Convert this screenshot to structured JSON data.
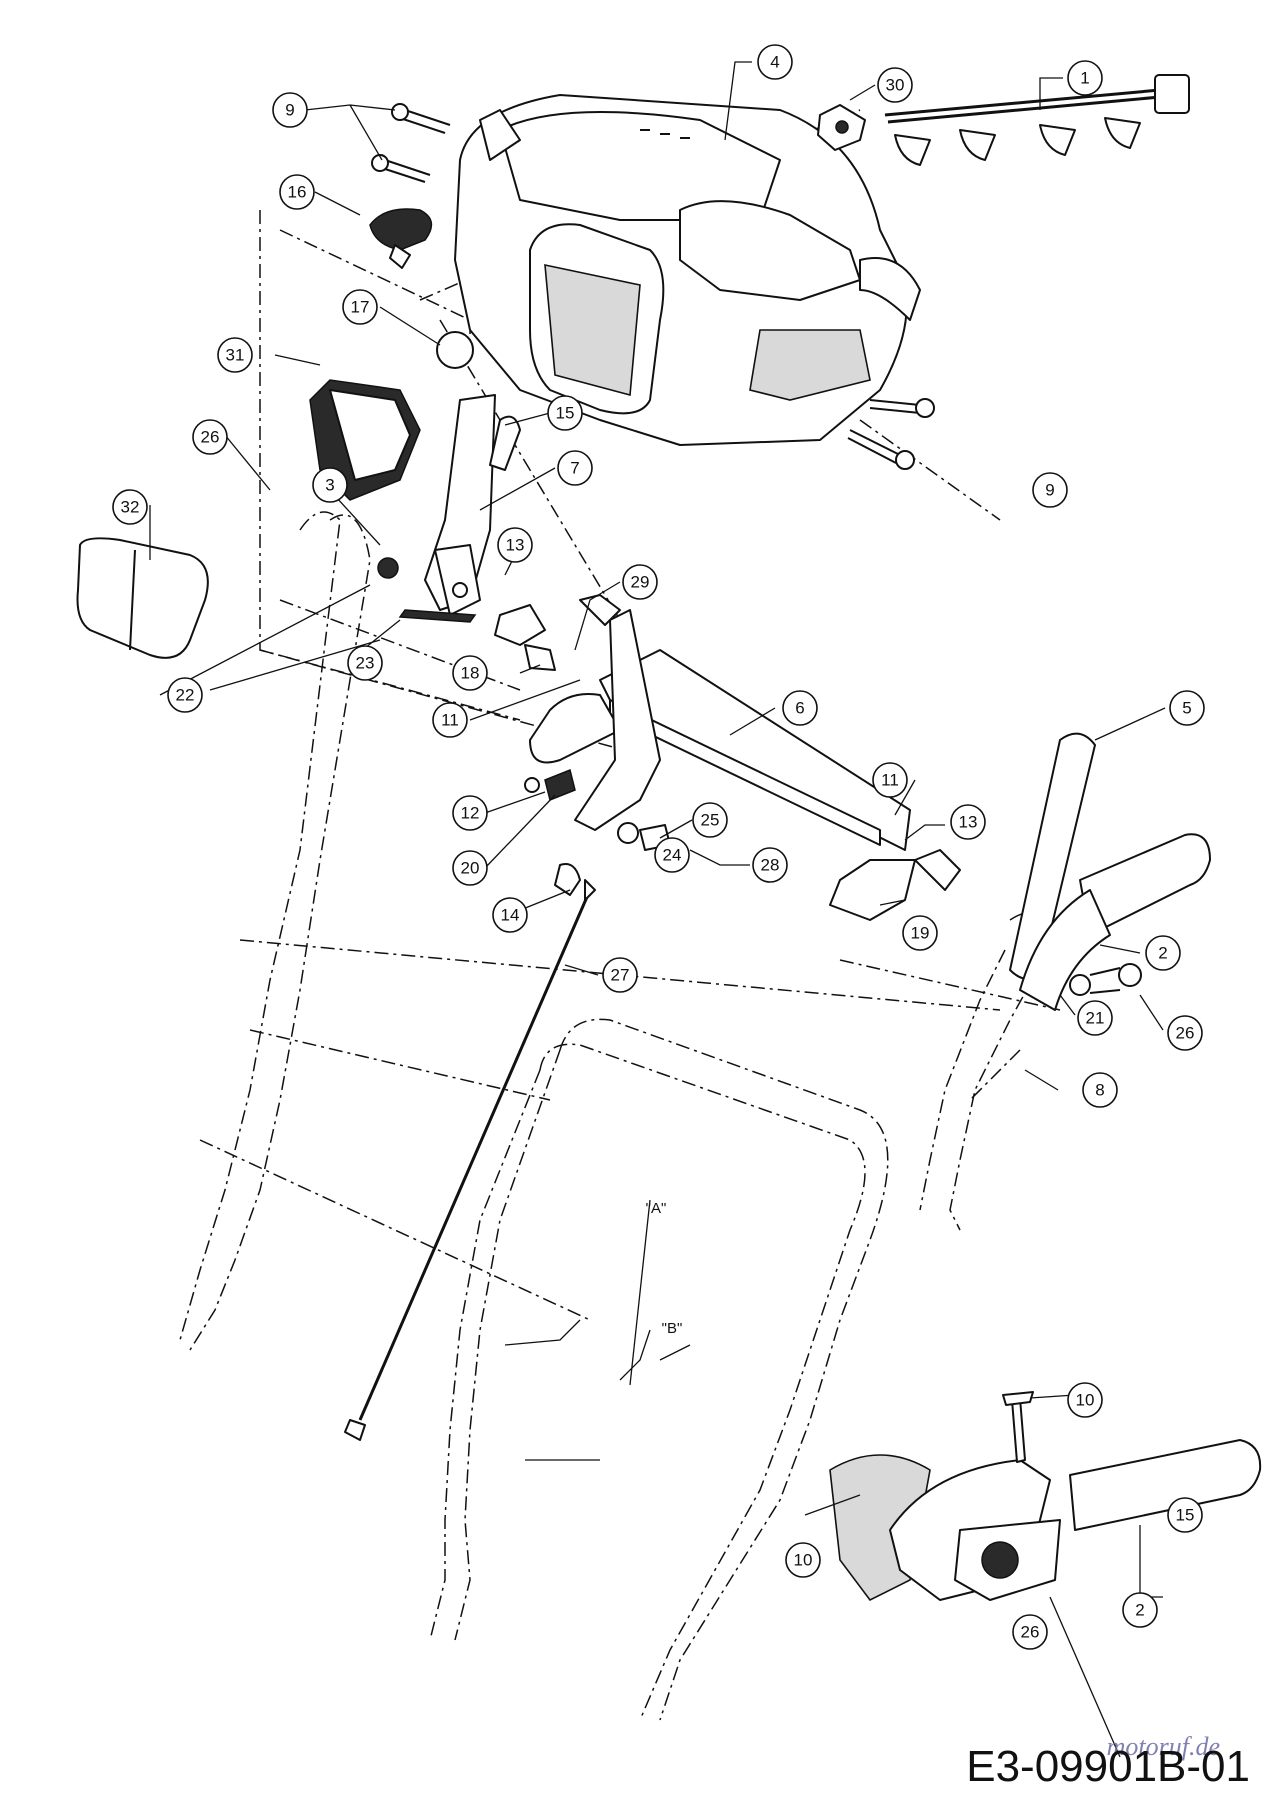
{
  "diagram": {
    "code": "E3-09901B-01",
    "watermark": "motoruf.de",
    "labels": {
      "tube_a": "\"A\"",
      "tube_b": "\"B\""
    },
    "callouts": [
      {
        "id": "c1",
        "text": "1"
      },
      {
        "id": "c2a",
        "text": "2"
      },
      {
        "id": "c2b",
        "text": "2"
      },
      {
        "id": "c3",
        "text": "3"
      },
      {
        "id": "c4",
        "text": "4"
      },
      {
        "id": "c5",
        "text": "5"
      },
      {
        "id": "c6",
        "text": "6"
      },
      {
        "id": "c7",
        "text": "7"
      },
      {
        "id": "c8",
        "text": "8"
      },
      {
        "id": "c9a",
        "text": "9"
      },
      {
        "id": "c9b",
        "text": "9"
      },
      {
        "id": "c10a",
        "text": "10"
      },
      {
        "id": "c10b",
        "text": "10"
      },
      {
        "id": "c11a",
        "text": "11"
      },
      {
        "id": "c11b",
        "text": "11"
      },
      {
        "id": "c12",
        "text": "12"
      },
      {
        "id": "c13a",
        "text": "13"
      },
      {
        "id": "c13b",
        "text": "13"
      },
      {
        "id": "c14",
        "text": "14"
      },
      {
        "id": "c15a",
        "text": "15"
      },
      {
        "id": "c15b",
        "text": "15"
      },
      {
        "id": "c16",
        "text": "16"
      },
      {
        "id": "c17",
        "text": "17"
      },
      {
        "id": "c18",
        "text": "18"
      },
      {
        "id": "c19",
        "text": "19"
      },
      {
        "id": "c20",
        "text": "20"
      },
      {
        "id": "c21",
        "text": "21"
      },
      {
        "id": "c22",
        "text": "22"
      },
      {
        "id": "c23",
        "text": "23"
      },
      {
        "id": "c24",
        "text": "24"
      },
      {
        "id": "c25",
        "text": "25"
      },
      {
        "id": "c26a",
        "text": "26"
      },
      {
        "id": "c26b",
        "text": "26"
      },
      {
        "id": "c26c",
        "text": "26"
      },
      {
        "id": "c27",
        "text": "27"
      },
      {
        "id": "c28",
        "text": "28"
      },
      {
        "id": "c29",
        "text": "29"
      },
      {
        "id": "c30",
        "text": "30"
      },
      {
        "id": "c31",
        "text": "31"
      },
      {
        "id": "c32",
        "text": "32"
      }
    ]
  }
}
